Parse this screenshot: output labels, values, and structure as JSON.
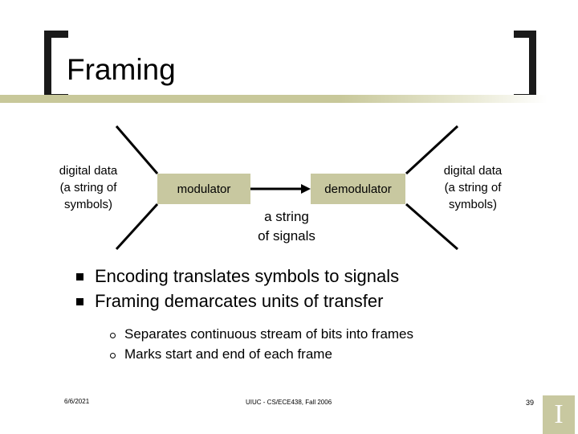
{
  "slide": {
    "title": "Framing",
    "diagram": {
      "left_label": "digital data\n(a string of\nsymbols)",
      "modulator_label": "modulator",
      "demodulator_label": "demodulator",
      "right_label": "digital data\n(a string of\nsymbols)",
      "signal_label": "a string\nof signals",
      "box_color": "#c8c8a0"
    },
    "bullets": [
      {
        "marker": "square",
        "text": "Encoding translates symbols to signals"
      },
      {
        "marker": "square",
        "text": "Framing demarcates units of transfer"
      }
    ],
    "sub_bullets": [
      {
        "marker": "circle",
        "text": "Separates continuous stream of bits into frames"
      },
      {
        "marker": "circle",
        "text": "Marks start and end of each frame"
      }
    ],
    "footer": {
      "date": "6/6/2021",
      "center": "UIUC - CS/ECE438, Fall 2006",
      "page": "39",
      "logo_glyph": "I"
    }
  }
}
